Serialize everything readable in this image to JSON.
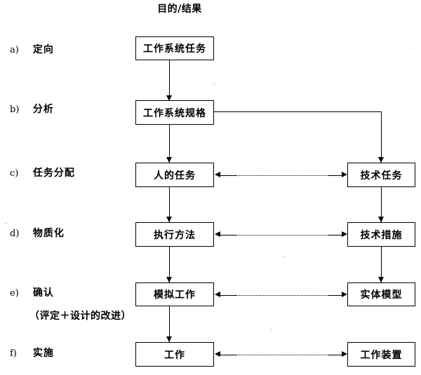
{
  "diagram": {
    "title": "目的/结果",
    "stages": [
      {
        "key": "a)",
        "label": "定向"
      },
      {
        "key": "b)",
        "label": "分析"
      },
      {
        "key": "c)",
        "label": "任务分配"
      },
      {
        "key": "d)",
        "label": "物质化"
      },
      {
        "key": "e)",
        "label": "确认",
        "sublabel": "（评定＋设计的改进）"
      },
      {
        "key": "f)",
        "label": "实施"
      }
    ],
    "center_nodes": [
      {
        "id": "work-system-task",
        "label": "工作系统任务",
        "stage": "a)"
      },
      {
        "id": "work-system-spec",
        "label": "工作系统规格",
        "stage": "b)"
      },
      {
        "id": "human-task",
        "label": "人的任务",
        "stage": "c)"
      },
      {
        "id": "execution-method",
        "label": "执行方法",
        "stage": "d)"
      },
      {
        "id": "simulated-work",
        "label": "模拟工作",
        "stage": "e)"
      },
      {
        "id": "work",
        "label": "工作",
        "stage": "f)"
      }
    ],
    "right_nodes": [
      {
        "id": "technical-task",
        "label": "技术任务",
        "stage": "c)"
      },
      {
        "id": "technical-measure",
        "label": "技术措施",
        "stage": "d)"
      },
      {
        "id": "physical-model",
        "label": "实体模型",
        "stage": "e)"
      },
      {
        "id": "work-device",
        "label": "工作装置",
        "stage": "f)"
      }
    ],
    "connectors": [
      {
        "id": "task-to-spec",
        "from": "work-system-task",
        "to": "work-system-spec",
        "style": "solid",
        "direction": "down"
      },
      {
        "id": "spec-to-human-task",
        "from": "work-system-spec",
        "to": "human-task",
        "style": "solid",
        "direction": "down"
      },
      {
        "id": "spec-to-technical-task",
        "from": "work-system-spec",
        "to": "technical-task",
        "style": "solid",
        "direction": "elbow-right-down"
      },
      {
        "id": "human-task-to-execution",
        "from": "human-task",
        "to": "execution-method",
        "style": "solid",
        "direction": "down"
      },
      {
        "id": "execution-to-simulated",
        "from": "execution-method",
        "to": "simulated-work",
        "style": "solid",
        "direction": "down"
      },
      {
        "id": "simulated-to-work",
        "from": "simulated-work",
        "to": "work",
        "style": "solid",
        "direction": "down"
      },
      {
        "id": "technical-task-to-measure",
        "from": "technical-task",
        "to": "technical-measure",
        "style": "solid",
        "direction": "down"
      },
      {
        "id": "technical-measure-to-model",
        "from": "technical-measure",
        "to": "physical-model",
        "style": "solid",
        "direction": "down"
      },
      {
        "id": "human-task-technical-task",
        "from": "human-task",
        "to": "technical-task",
        "style": "dotted",
        "direction": "both"
      },
      {
        "id": "execution-technical-measure",
        "from": "execution-method",
        "to": "technical-measure",
        "style": "dotted",
        "direction": "both"
      },
      {
        "id": "simulated-physical-model",
        "from": "simulated-work",
        "to": "physical-model",
        "style": "dotted",
        "direction": "both"
      },
      {
        "id": "work-work-device",
        "from": "work",
        "to": "work-device",
        "style": "dotted",
        "direction": "both"
      }
    ],
    "colors": {
      "line": "#000000",
      "text": "#000000",
      "background": "#ffffff"
    }
  }
}
